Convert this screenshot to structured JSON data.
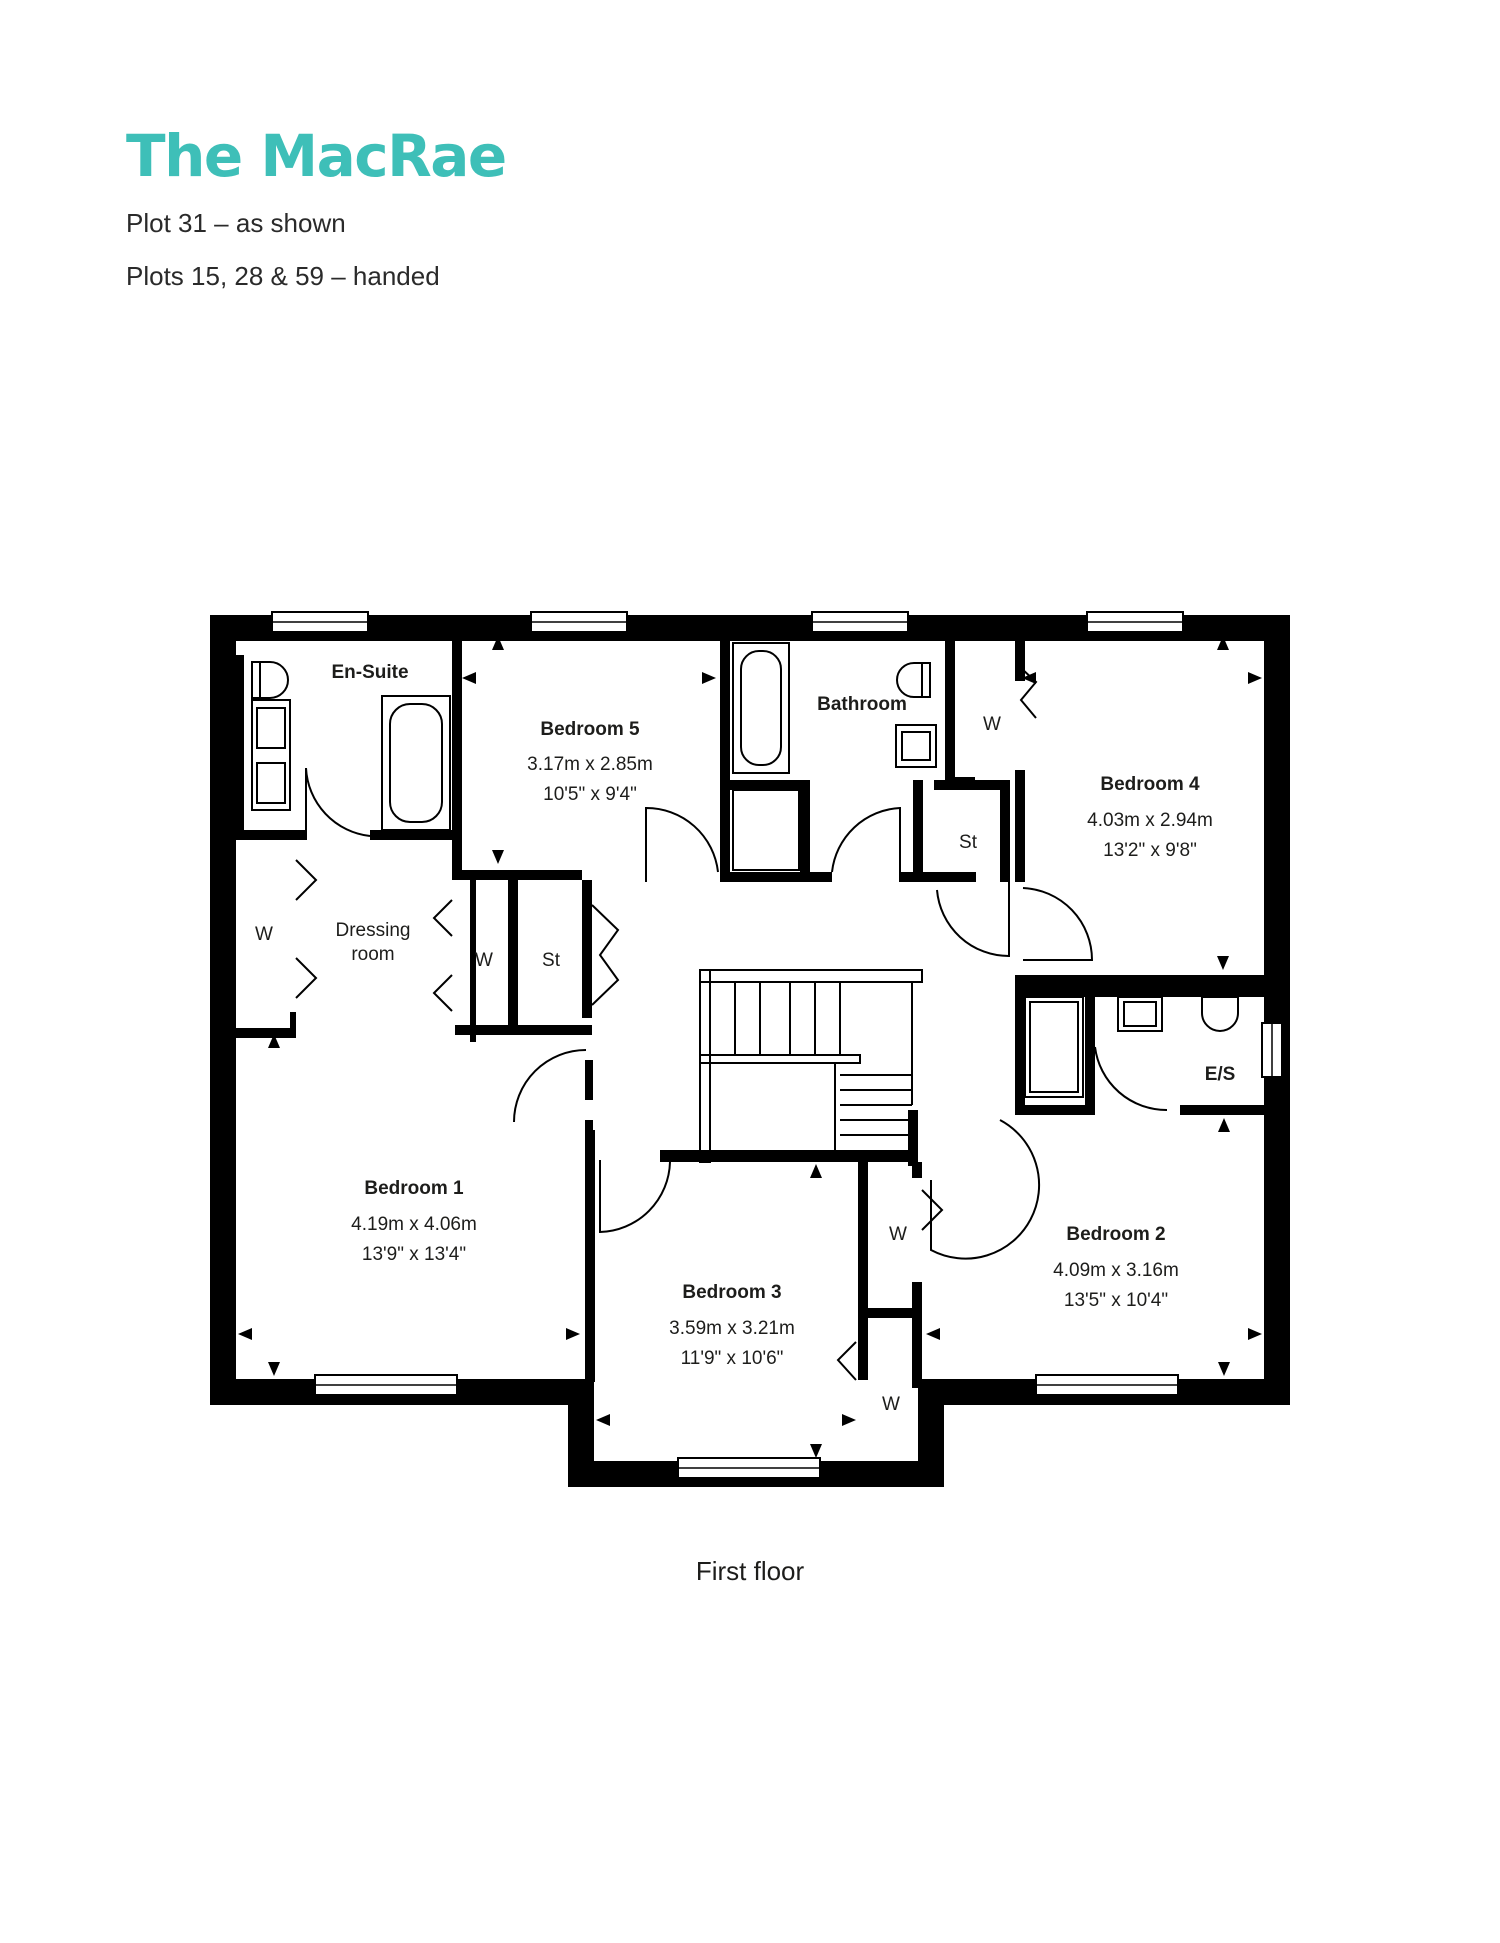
{
  "header": {
    "title": "The MacRae",
    "plot_shown": "Plot 31 – as shown",
    "plots_handed": "Plots 15, 28 & 59 – handed"
  },
  "colors": {
    "accent": "#3ebfb8",
    "walls": "#000000",
    "text": "#1d1d1b"
  },
  "rooms": {
    "ensuite": {
      "name": "En-Suite"
    },
    "bedroom5": {
      "name": "Bedroom 5",
      "metric": "3.17m x 2.85m",
      "imperial": "10'5\" x 9'4\""
    },
    "bathroom": {
      "name": "Bathroom"
    },
    "bedroom4": {
      "name": "Bedroom 4",
      "metric": "4.03m x 2.94m",
      "imperial": "13'2\" x 9'8\""
    },
    "dressing": {
      "line1": "Dressing",
      "line2": "room"
    },
    "bedroom1": {
      "name": "Bedroom 1",
      "metric": "4.19m x 4.06m",
      "imperial": "13'9\" x 13'4\""
    },
    "bedroom3": {
      "name": "Bedroom 3",
      "metric": "3.59m x 3.21m",
      "imperial": "11'9\" x 10'6\""
    },
    "bedroom2": {
      "name": "Bedroom 2",
      "metric": "4.09m x 3.16m",
      "imperial": "13'5\" x 10'4\""
    },
    "es": {
      "name": "E/S"
    }
  },
  "labels": {
    "wardrobe": "W",
    "store": "St"
  },
  "caption": "First floor"
}
